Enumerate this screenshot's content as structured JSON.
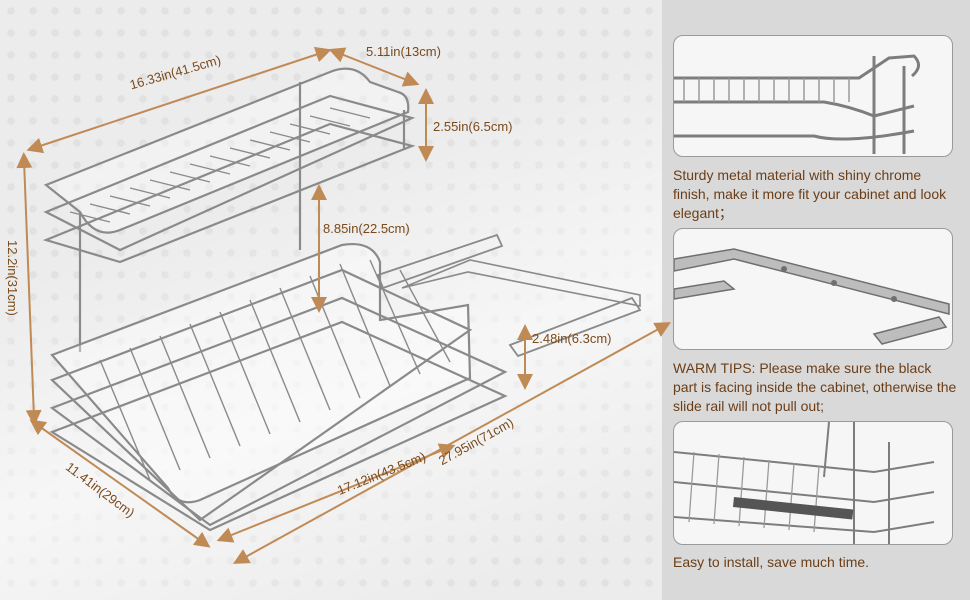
{
  "dimensions": {
    "top_length": "16.33in(41.5cm)",
    "top_width": "5.11in(13cm)",
    "top_height": "2.55in(6.5cm)",
    "gap_height": "8.85in(22.5cm)",
    "total_height": "12.2in(31cm)",
    "bottom_height": "2.48in(6.3cm)",
    "bottom_width": "11.41in(29cm)",
    "bottom_length": "17.12in(43.5cm)",
    "extended_length": "27.95in(71cm)"
  },
  "features": [
    {
      "caption": "Sturdy metal material with shiny chrome finish, make it more fit your cabinet and look elegant；"
    },
    {
      "caption_prefix": "WARM TIPS:",
      "caption": " Please make sure the black part is facing inside the cabinet, otherwise the slide rail will not pull out;"
    },
    {
      "caption": "Easy to install, save much time."
    }
  ],
  "colors": {
    "accent": "#c08a55",
    "text": "#6b3e18",
    "wire": "#8a8a8a"
  }
}
